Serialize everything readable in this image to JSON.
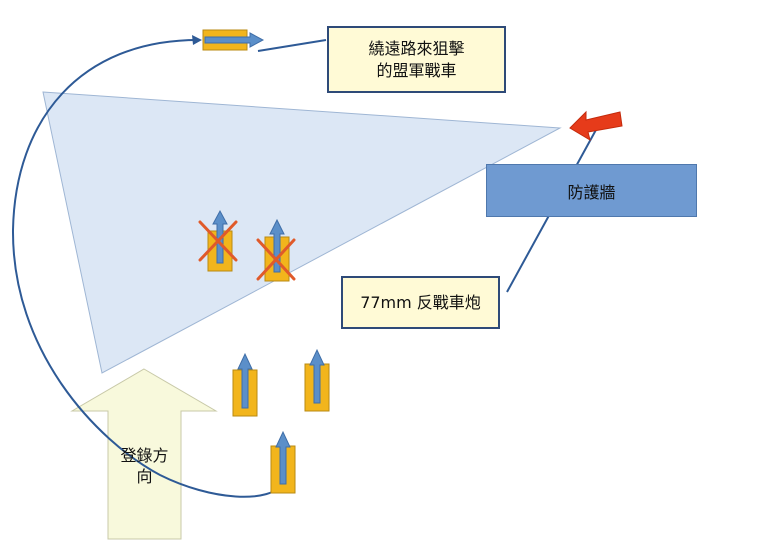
{
  "labels": {
    "flank_tank": "繞遠路來狙擊\n的盟軍戰車",
    "at_gun": "77mm 反戰車炮",
    "wall": "防護牆",
    "entry_line1": "登錄方",
    "entry_line2": "向"
  },
  "colors": {
    "tank_body": "#f2b51c",
    "tank_border": "#b98a12",
    "tank_arrow": "#5b8fc9",
    "fire_zone": "#dce7f5",
    "fire_zone_edge": "#9fb6d4",
    "path_line": "#2e5a96",
    "gun_arrow": "#e63b1a",
    "destroyed_mark": "#e05a2a",
    "entry_arrow": "#f8f9dc"
  },
  "icons": [
    "tank-icon",
    "destroyed-x-icon",
    "red-arrow-icon",
    "entry-arrow-icon"
  ]
}
